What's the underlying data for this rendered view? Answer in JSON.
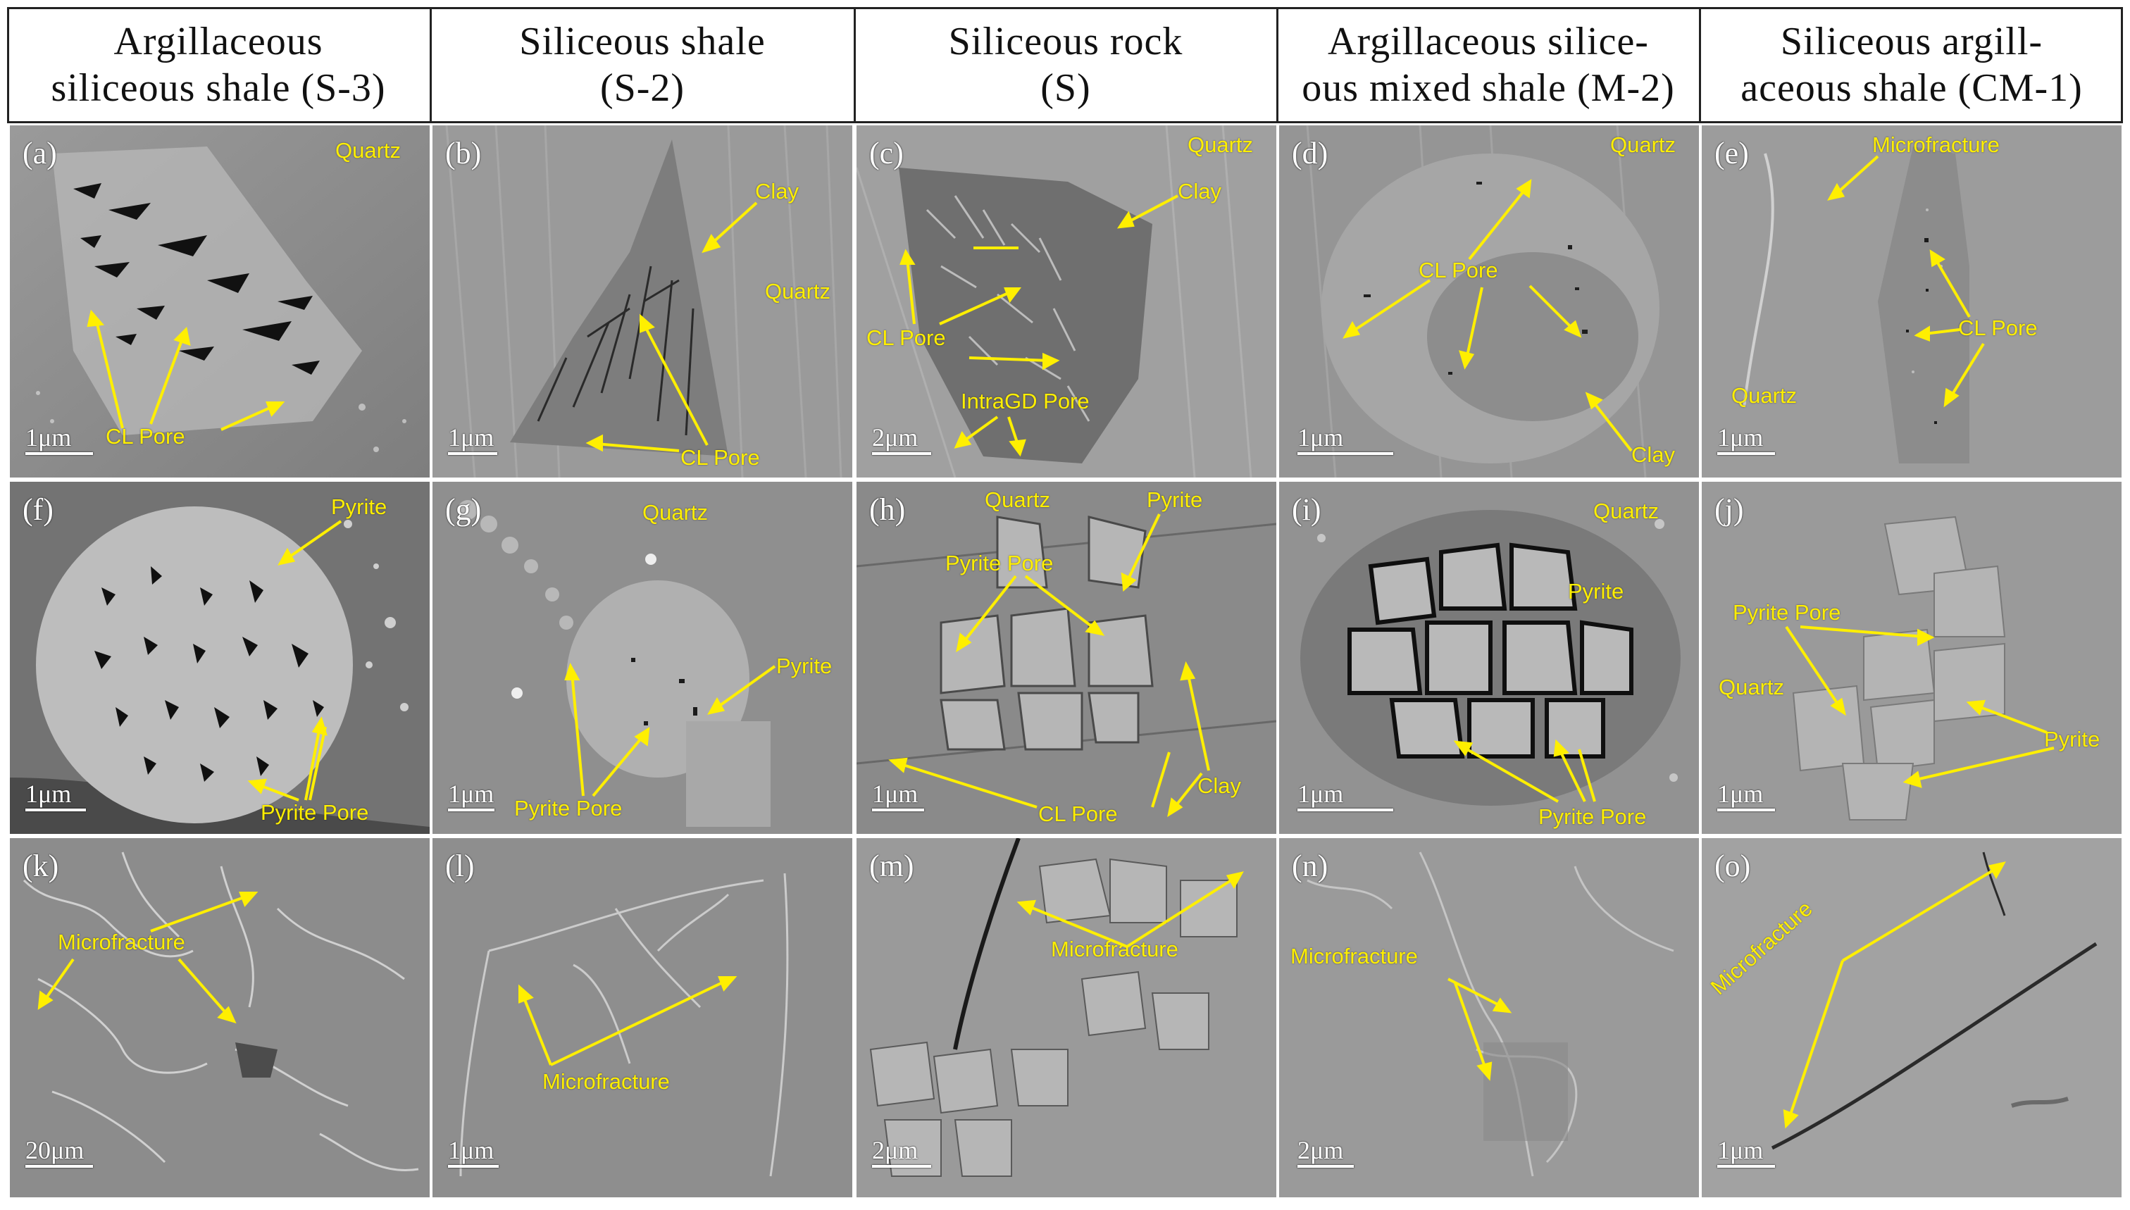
{
  "figure": {
    "columns": [
      {
        "line1": "Argillaceous",
        "line2": "siliceous shale (S-3)"
      },
      {
        "line1": "Siliceous shale",
        "line2": "(S-2)"
      },
      {
        "line1": "Siliceous rock",
        "line2": "(S)"
      },
      {
        "line1": "Argillaceous silice-",
        "line2": "ous mixed shale (M-2)"
      },
      {
        "line1": "Siliceous argill-",
        "line2": "aceous shale (CM-1)"
      }
    ],
    "colors": {
      "annotation": "#ffef00",
      "scale_bar": "#ffffff",
      "grid": "#222222"
    },
    "panels": {
      "a": {
        "letter": "(a)",
        "scale": "1μm",
        "labels": [
          "Quartz",
          "CL Pore"
        ]
      },
      "b": {
        "letter": "(b)",
        "scale": "1μm",
        "labels": [
          "Clay",
          "Quartz",
          "CL Pore"
        ]
      },
      "c": {
        "letter": "(c)",
        "scale": "2μm",
        "labels": [
          "Quartz",
          "Clay",
          "CL Pore",
          "IntraGD Pore"
        ]
      },
      "d": {
        "letter": "(d)",
        "scale": "1μm",
        "labels": [
          "Quartz",
          "CL Pore",
          "Clay"
        ]
      },
      "e": {
        "letter": "(e)",
        "scale": "1μm",
        "labels": [
          "Microfracture",
          "CL Pore",
          "Quartz"
        ]
      },
      "f": {
        "letter": "(f)",
        "scale": "1μm",
        "labels": [
          "Pyrite",
          "Pyrite Pore"
        ]
      },
      "g": {
        "letter": "(g)",
        "scale": "1μm",
        "labels": [
          "Quartz",
          "Pyrite",
          "Pyrite Pore"
        ]
      },
      "h": {
        "letter": "(h)",
        "scale": "1μm",
        "labels": [
          "Quartz",
          "Pyrite",
          "Pyrite Pore",
          "Clay",
          "CL Pore"
        ]
      },
      "i": {
        "letter": "(i)",
        "scale": "1μm",
        "labels": [
          "Quartz",
          "Pyrite",
          "Pyrite Pore"
        ]
      },
      "j": {
        "letter": "(j)",
        "scale": "1μm",
        "labels": [
          "Pyrite Pore",
          "Quartz",
          "Pyrite"
        ]
      },
      "k": {
        "letter": "(k)",
        "scale": "20μm",
        "labels": [
          "Microfracture"
        ]
      },
      "l": {
        "letter": "(l)",
        "scale": "1μm",
        "labels": [
          "Microfracture"
        ]
      },
      "m": {
        "letter": "(m)",
        "scale": "2μm",
        "labels": [
          "Microfracture"
        ]
      },
      "n": {
        "letter": "(n)",
        "scale": "2μm",
        "labels": [
          "Microfracture"
        ]
      },
      "o": {
        "letter": "(o)",
        "scale": "1μm",
        "labels": [
          "Microfracture"
        ]
      }
    }
  }
}
